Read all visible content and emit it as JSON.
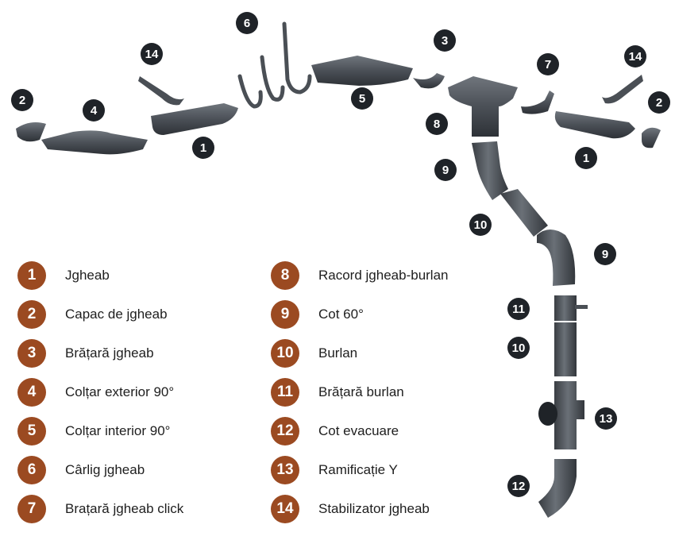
{
  "legend": [
    {
      "num": "1",
      "label": "Jgheab"
    },
    {
      "num": "2",
      "label": "Capac de jgheab"
    },
    {
      "num": "3",
      "label": "Brățară jgheab"
    },
    {
      "num": "4",
      "label": "Colțar exterior 90°"
    },
    {
      "num": "5",
      "label": "Colțar interior 90°"
    },
    {
      "num": "6",
      "label": "Cârlig jgheab"
    },
    {
      "num": "7",
      "label": "Brațară jgheab click"
    },
    {
      "num": "8",
      "label": "Racord jgheab-burlan"
    },
    {
      "num": "9",
      "label": "Cot 60°"
    },
    {
      "num": "10",
      "label": "Burlan"
    },
    {
      "num": "11",
      "label": "Brățară burlan"
    },
    {
      "num": "12",
      "label": "Cot evacuare"
    },
    {
      "num": "13",
      "label": "Ramificație Y"
    },
    {
      "num": "14",
      "label": "Stabilizator jgheab"
    }
  ],
  "callouts": [
    "2",
    "4",
    "14",
    "1",
    "6",
    "5",
    "3",
    "8",
    "9",
    "7",
    "14",
    "2",
    "1",
    "10",
    "9",
    "11",
    "10",
    "13",
    "12"
  ],
  "colors": {
    "badge": "#9b4a21",
    "callout": "#1f2328",
    "part": "#4a4f55"
  }
}
